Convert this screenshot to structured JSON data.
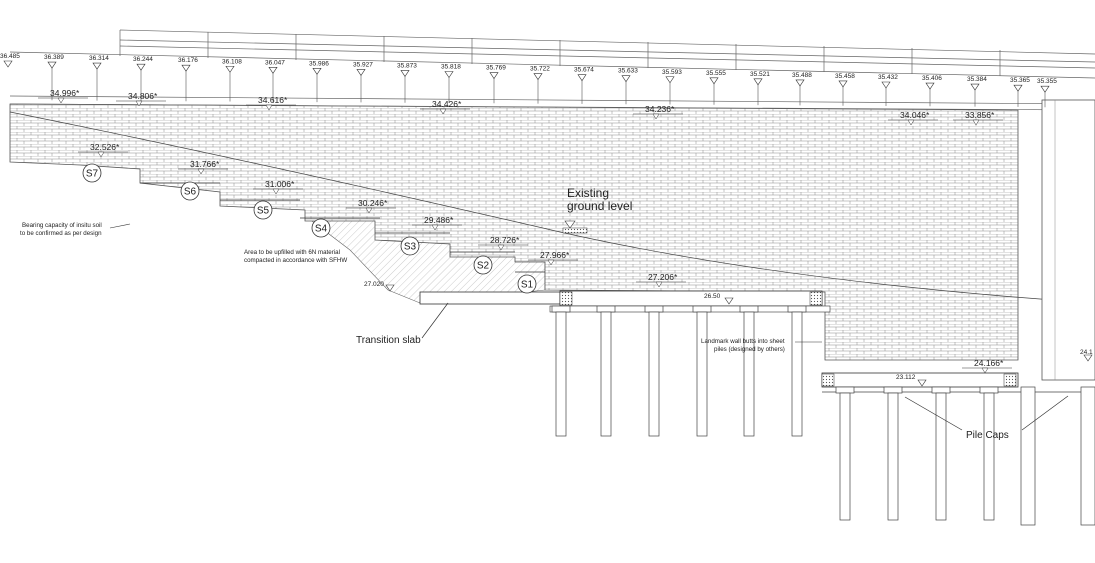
{
  "top_levels": [
    "36.485",
    "36.389",
    "36.314",
    "36.244",
    "36.176",
    "36.108",
    "36.047",
    "35.986",
    "35.927",
    "35.873",
    "35.818",
    "35.769",
    "35.722",
    "35.674",
    "35.633",
    "35.593",
    "35.555",
    "35.521",
    "35.488",
    "35.458",
    "35.432",
    "35.406",
    "35.384",
    "35.365",
    "35.355"
  ],
  "step_levels": [
    "34.996*",
    "34.806*",
    "34.616*",
    "34.426*",
    "34.236*",
    "34.046*",
    "33.856*",
    "32.526*",
    "31.766*",
    "31.006*",
    "30.246*",
    "29.486*",
    "28.726*",
    "27.966*",
    "27.206*",
    "24.166*"
  ],
  "steps": [
    "S7",
    "S6",
    "S5",
    "S4",
    "S3",
    "S2",
    "S1"
  ],
  "other_levels": {
    "slab_level": "27.020",
    "cap_level": "26.50",
    "lower_cap_level": "23.112",
    "right_edge": "24.1"
  },
  "notes": {
    "bearing": [
      "Bearing capacity of insitu soil",
      "to be confirmed as per design"
    ],
    "upfill": [
      "Area to be upfilled with 6N material",
      "compacted  in accordance with SFHW"
    ],
    "landmark": [
      "Landmark wall butts into sheet",
      "piles (designed by others)"
    ]
  },
  "labels": {
    "existing_ground": [
      "Existing",
      "ground level"
    ],
    "transition_slab": "Transition slab",
    "pile_caps": "Pile Caps"
  }
}
